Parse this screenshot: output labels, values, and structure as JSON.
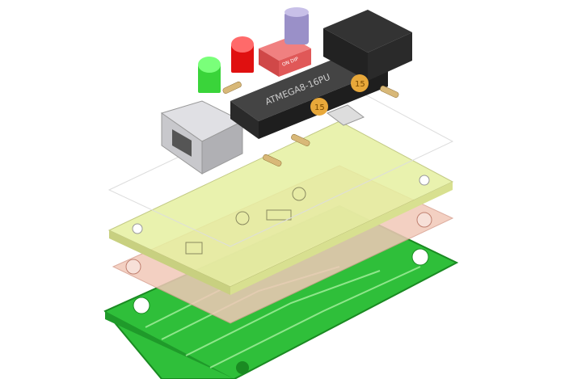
{
  "chip": {
    "label": "ATMEGA8-16PU"
  },
  "dip_switch": {
    "label": "ON DIP"
  },
  "capacitors": [
    {
      "label": "15"
    },
    {
      "label": "15"
    }
  ],
  "colors": {
    "background": "#ffffff",
    "silkscreen_layer": "#e6f0a0",
    "copper_pad_layer": "#f2c8b8",
    "pcb_green": "#2fbf3a",
    "chip_body": "#2a2a2a",
    "led_green": "#3ad43a",
    "led_red": "#e01010",
    "dip_switch": "#e85a5a",
    "capacitor": "#e8a83a",
    "usb_connector": "#c8c8cc",
    "header_connector": "#2a2a2a"
  }
}
